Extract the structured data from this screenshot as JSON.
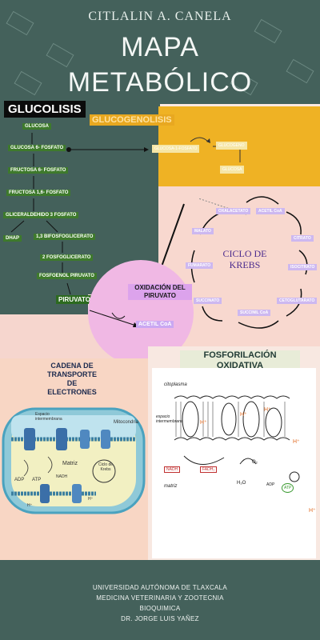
{
  "header": {
    "author": "CITLALIN A. CANELA",
    "title_line1": "MAPA",
    "title_line2": "METABÓLICO"
  },
  "glycolysis": {
    "title": "GLUCOLISIS",
    "steps": [
      "GLUCOSA",
      "GLUCOSA 6- FOSFATO",
      "FRUCTOSA 6- FOSFATO",
      "FRUCTOSA 1,6- FOSFATO",
      "GLICERALDEHIDO 3 FOSFATO",
      "DHAP",
      "1,3 BIFOSFOGLICERATO",
      "2 FOSFOGLICERATO",
      "FOSFOENOL PIRUVATO",
      "PIRUVATO"
    ]
  },
  "gluconeogenesis": {
    "title": "GLUCOGENOLISIS",
    "labels": [
      "GLUCOSA-1-FOSFATO",
      "GLUCOGENO",
      "GLUCOSA"
    ]
  },
  "krebs": {
    "title_line1": "CICLO DE",
    "title_line2": "KREBS",
    "intermediates": [
      "OXALACETATO",
      "ACETIL CoA",
      "CITRATO",
      "ISOCITRATO",
      "CETOGLUTARATO",
      "SUCCINIL CoA",
      "SUCCINATO",
      "FUMARATO",
      "MALATO"
    ]
  },
  "pyruvate_oxidation": {
    "title_line1": "OXIDACIÓN DEL",
    "title_line2": "PIRUVATO",
    "product": "ACETIL CoA"
  },
  "etc": {
    "title_line1": "CADENA DE",
    "title_line2": "TRANSPORTE",
    "title_line3": "DE",
    "title_line4": "ELECTRONES",
    "label_space": "Espacio intermembrana",
    "label_mito": "Mitocondria",
    "label_matrix": "Matriz",
    "label_cycle": "Ciclo de Krebs"
  },
  "phosphorylation": {
    "title_line1": "FOSFORILACIÓN",
    "title_line2": "OXIDATIVA",
    "label_cytosol": "citoplasma",
    "label_space": "espacio intermembrana",
    "label_matrix": "matriz",
    "label_nadh": "NADH",
    "label_nadh2": "FADH₂",
    "label_atp": "ATP",
    "label_o2": "O₂",
    "label_h2o": "H₂O",
    "label_adp": "ADP"
  },
  "footer": {
    "line1": "UNIVERSIDAD AUTÓNOMA DE TLAXCALA",
    "line2": "MEDICINA VETERINARIA Y ZOOTECNIA",
    "line3": "BIOQUIMICA",
    "line4": "DR. JORGE LUIS YAÑEZ"
  },
  "colors": {
    "teal": "#44615b",
    "yellow": "#efb224",
    "pink": "#f8d8cf",
    "green_label": "#3e7a2c",
    "purple_label": "#cdb8f0",
    "circle_pink": "#f0b8e4"
  }
}
